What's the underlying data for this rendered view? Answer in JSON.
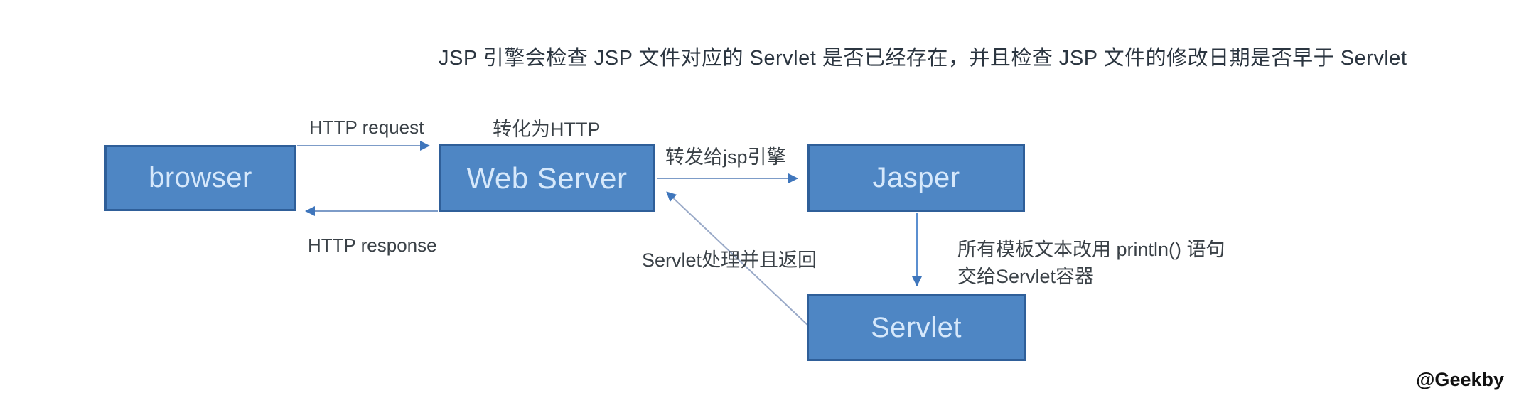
{
  "title": "JSP 引擎会检查 JSP 文件对应的 Servlet 是否已经存在，并且检查 JSP 文件的修改日期是否早于 Servlet",
  "nodes": {
    "browser": "browser",
    "web_server": "Web Server",
    "jasper": "Jasper",
    "servlet": "Servlet"
  },
  "edges": {
    "http_request": "HTTP request",
    "http_response": "HTTP response",
    "to_http": "转化为HTTP",
    "forward_jsp": "转发给jsp引擎",
    "servlet_return": "Servlet处理并且返回",
    "println_line1": "所有模板文本改用 println() 语句",
    "println_line2": "交给Servlet容器"
  },
  "watermark": "@Geekby",
  "colors": {
    "box_fill": "#4e86c4",
    "box_border": "#2f5f99",
    "box_text": "#d6e8fb",
    "arrow_line": "#7d9cc8",
    "arrow_head": "#3f76bc",
    "diagonal_line": "#9aaac8",
    "label_text": "#3a4147",
    "title_text": "#2b3540",
    "background": "#ffffff"
  }
}
